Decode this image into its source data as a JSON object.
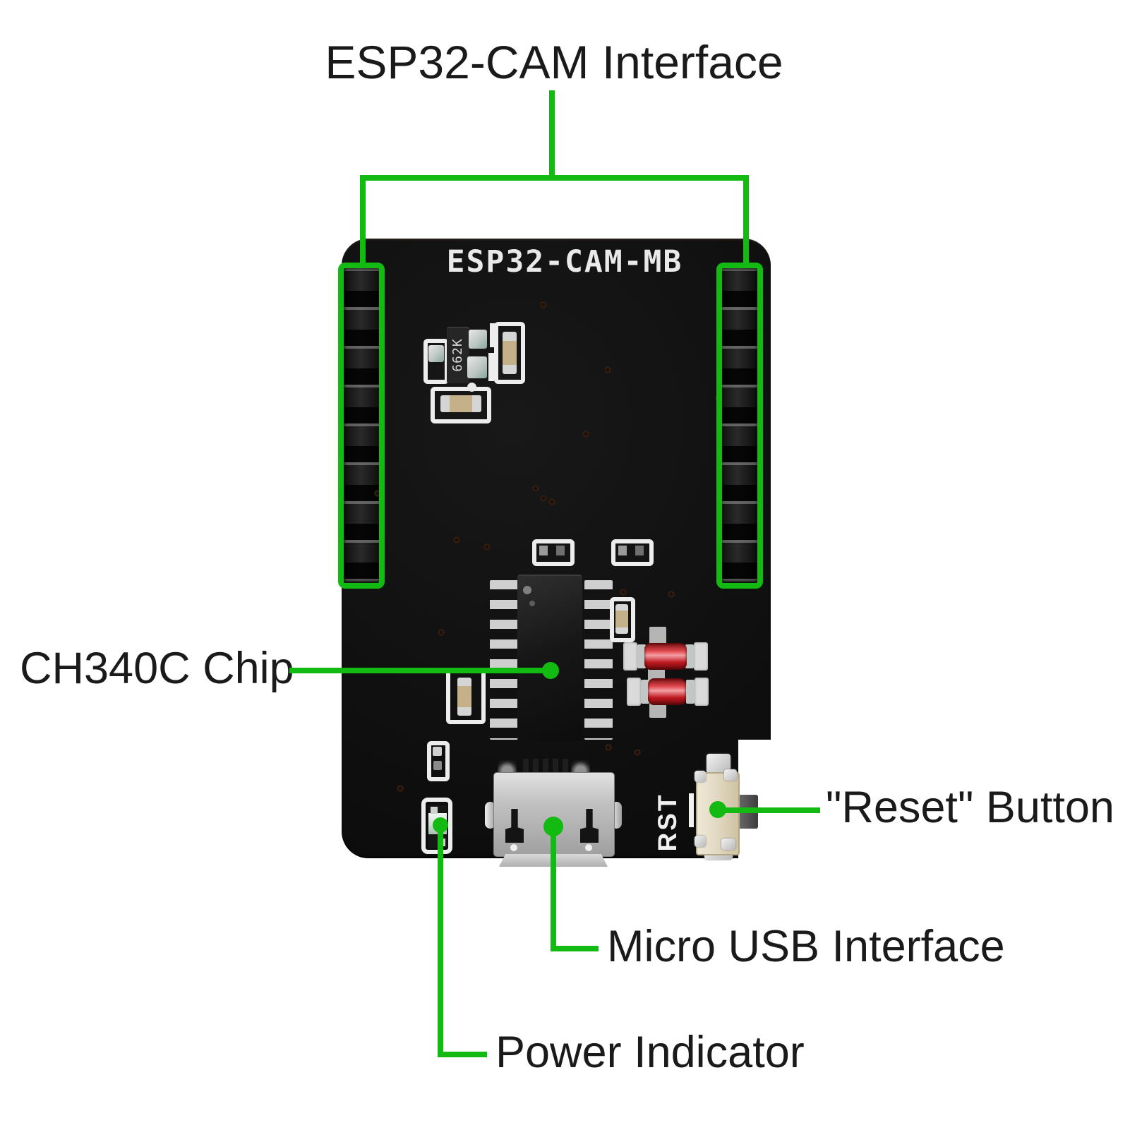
{
  "title": {
    "text": "ESP32-CAM Interface"
  },
  "labels": {
    "ch340c": "CH340C Chip",
    "reset": "\"Reset\" Button",
    "micro_usb": "Micro USB Interface",
    "power": "Power Indicator"
  },
  "board": {
    "silkscreen_title": "ESP32-CAM-MB",
    "rst_label": "RST",
    "regulator_marking": "662K"
  },
  "colors": {
    "annotation_green": "#12ba12",
    "label_text": "#1a1a1a",
    "board_black": "#101010",
    "silkscreen_white": "#f2f2f2",
    "diode_red": "#c2242b",
    "button_beige": "#e3dac4",
    "usb_silver": "#c9c9c9"
  }
}
